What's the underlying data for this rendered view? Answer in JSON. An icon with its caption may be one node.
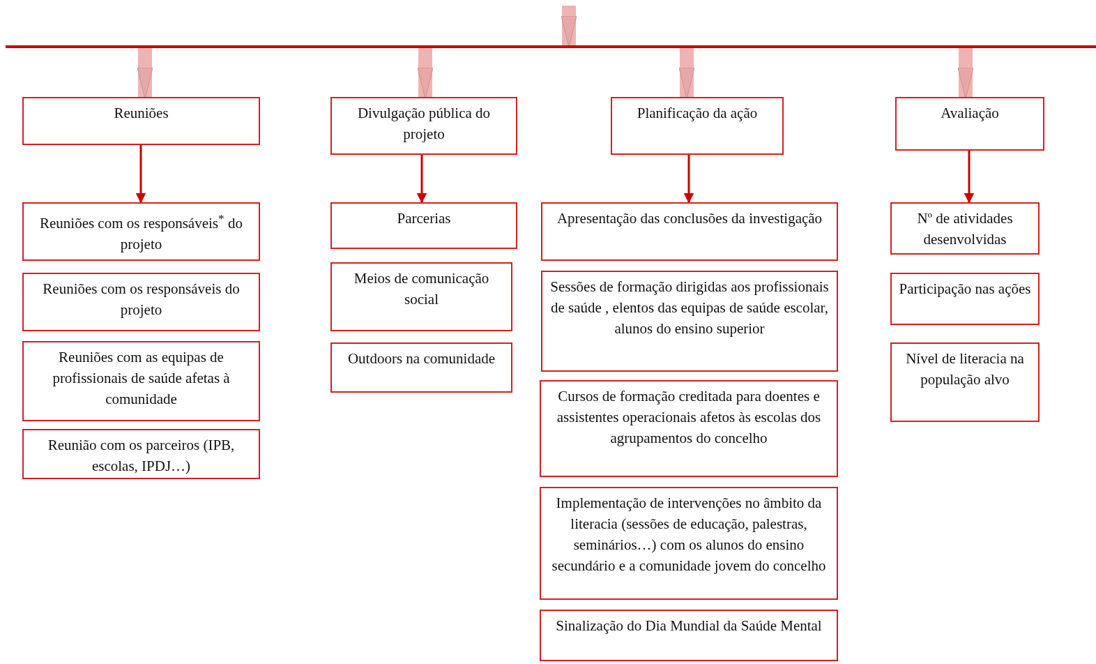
{
  "diagram": {
    "nodes": [
      {
        "text": [],
        "shape": "bar"
      },
      {
        "text": [
          "Reuniões"
        ]
      },
      {
        "text": [
          "Divulgação pública do projeto"
        ]
      },
      {
        "text": [
          "Planificação da ação"
        ]
      },
      {
        "text": [
          "Avaliação"
        ]
      },
      {
        "text": [
          "Reuniões com os responsáveis$^{*}$ do projeto"
        ]
      },
      {
        "text": [
          "Reuniões com os responsáveis do projeto"
        ]
      },
      {
        "text": [
          "Reuniões com as equipas de profissionais de saúde afetas à comunidade"
        ]
      },
      {
        "text": [
          "Reunião com os parceiros (IPB, escolas, IPDJ…)"
        ]
      },
      {
        "text": [
          "Parcerias"
        ]
      },
      {
        "text": [
          "Meios de comunicação social"
        ]
      },
      {
        "text": [
          "Outdoors na comunidade"
        ]
      },
      {
        "text": [
          "Apresentação das conclusões da investigação"
        ]
      },
      {
        "text": [
          "Sessões de formação dirigidas aos profissionais de saúde , elentos das equipas de saúde escolar, alunos do ensino superior"
        ]
      },
      {
        "text": [
          "Cursos de formação creditada para doentes e assistentes operacionais afetos às escolas dos agrupamentos do concelho"
        ]
      },
      {
        "text": [
          "Implementação de intervenções no âmbito da literacia (sessões de educação, palestras, seminários…) com os alunos do ensino secundário e a comunidade jovem do concelho"
        ]
      },
      {
        "text": [
          "Sinalização do Dia Mundial da Saúde Mental"
        ]
      },
      {
        "text": [
          "Nº de atividades desenvolvidas"
        ]
      },
      {
        "text": [
          "Participação nas ações"
        ]
      },
      {
        "text": [
          "Nível de literacia na população alvo"
        ]
      }
    ],
    "edges": [
      {
        "from": null,
        "to": 0,
        "arrow": "to"
      },
      {
        "from": 0,
        "to": 1,
        "arrow": "to"
      },
      {
        "from": 0,
        "to": 2,
        "arrow": "to"
      },
      {
        "from": 0,
        "to": 3,
        "arrow": "to"
      },
      {
        "from": 0,
        "to": 4,
        "arrow": "to"
      },
      {
        "from": 1,
        "to": 5,
        "arrow": "to",
        "color": "#cc0000"
      },
      {
        "from": 2,
        "to": 9,
        "arrow": "to",
        "color": "#cc0000"
      },
      {
        "from": 3,
        "to": 12,
        "arrow": "to",
        "color": "#cc0000"
      },
      {
        "from": 4,
        "to": 17,
        "arrow": "to",
        "color": "#cc0000"
      }
    ]
  }
}
